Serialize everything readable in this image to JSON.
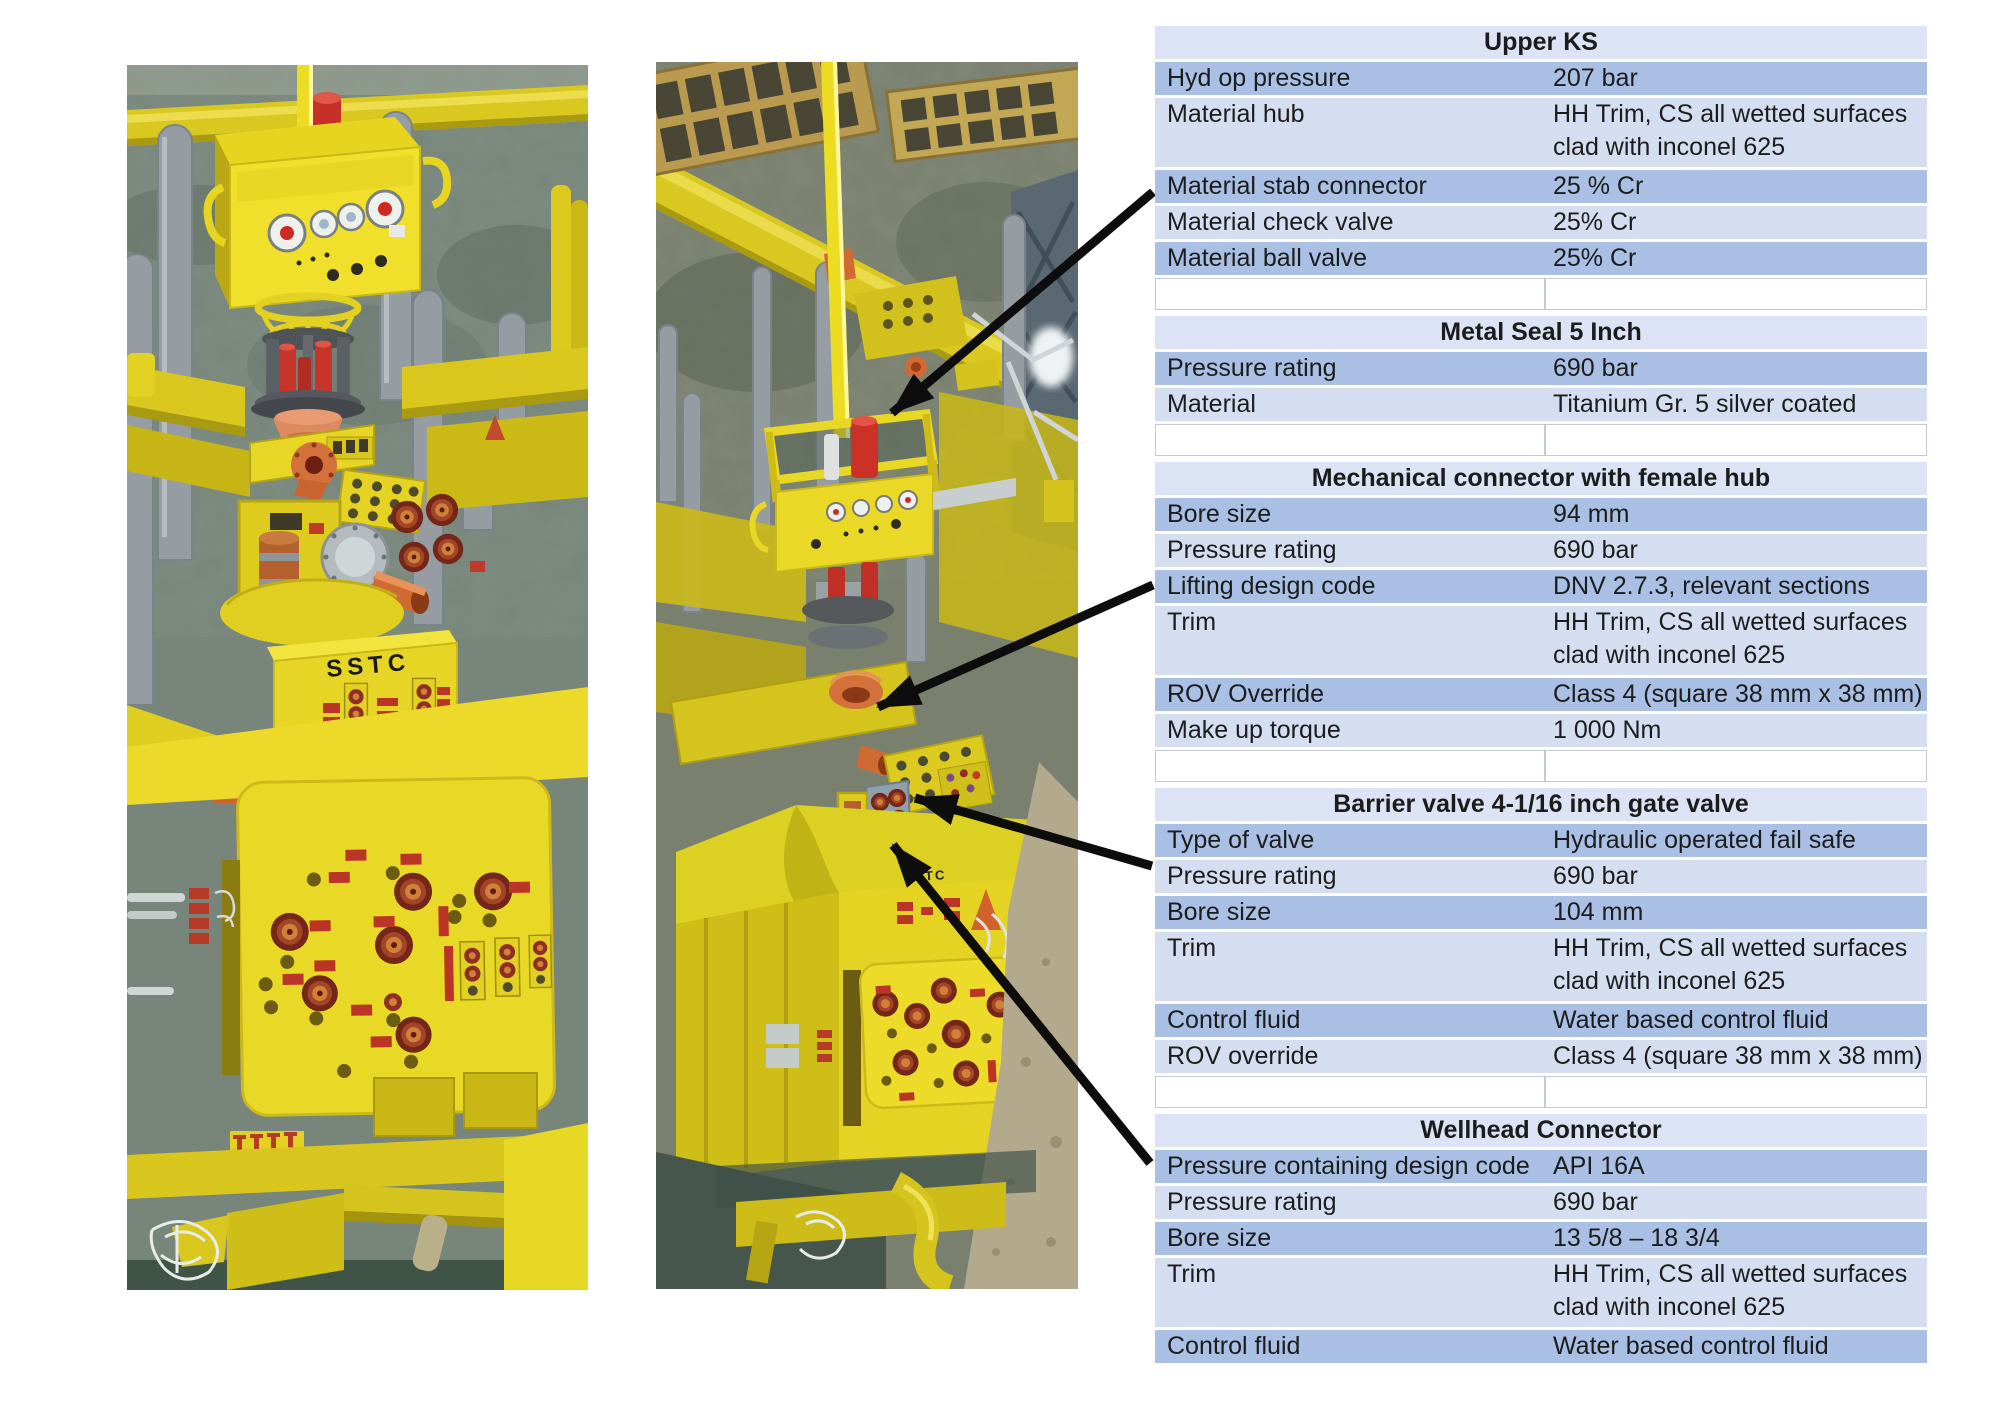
{
  "page": {
    "background": "#ffffff",
    "kind": "equipment specification figure"
  },
  "photos": {
    "left": {
      "description": "Subsea tree render, close view: control panel with gauges on riser stack, SSTC module, large yellow ROV panel with circular ports",
      "equipment_marking": "SSTC"
    },
    "middle": {
      "description": "Subsea tree render, wide view on seabed with mudmat, lifting tool frame on rod, barrier valve module and wellhead connector box",
      "equipment_marking": "SSTC"
    }
  },
  "colors": {
    "band_dark": "#a9c0e4",
    "band_light": "#d5def0",
    "header_fill": "#dbe3f4",
    "arrow": "#0d0d0d",
    "equipment_yellow": "#e8d626"
  },
  "table": {
    "columns": [
      "property",
      "value"
    ],
    "sections": [
      {
        "title": "Upper KS",
        "trailing_blank_row": true,
        "rows": [
          {
            "label": "Hyd op pressure",
            "value": "207 bar"
          },
          {
            "label": "Material hub",
            "value": "HH Trim, CS all wetted surfaces\nclad with inconel 625"
          },
          {
            "label": "Material stab connector",
            "value": "25 % Cr"
          },
          {
            "label": "Material check valve",
            "value": "25% Cr"
          },
          {
            "label": "Material ball valve",
            "value": "25% Cr"
          }
        ]
      },
      {
        "title": "Metal Seal 5 Inch",
        "trailing_blank_row": true,
        "rows": [
          {
            "label": "Pressure rating",
            "value": "690 bar"
          },
          {
            "label": "Material",
            "value": "Titanium Gr. 5 silver coated"
          }
        ]
      },
      {
        "title": "Mechanical connector with female hub",
        "trailing_blank_row": true,
        "rows": [
          {
            "label": "Bore size",
            "value": "94 mm"
          },
          {
            "label": "Pressure rating",
            "value": "690 bar"
          },
          {
            "label": "Lifting design code",
            "value": "DNV 2.7.3, relevant sections"
          },
          {
            "label": "Trim",
            "value": "HH Trim, CS all wetted surfaces\nclad with inconel 625"
          },
          {
            "label": "ROV Override",
            "value": "Class 4 (square 38 mm x 38 mm)"
          },
          {
            "label": "Make up torque",
            "value": "1 000 Nm"
          }
        ]
      },
      {
        "title": "Barrier valve 4-1/16 inch gate valve",
        "trailing_blank_row": true,
        "rows": [
          {
            "label": "Type of valve",
            "value": "Hydraulic operated fail safe"
          },
          {
            "label": "Pressure rating",
            "value": "690 bar"
          },
          {
            "label": "Bore size",
            "value": "104 mm"
          },
          {
            "label": "Trim",
            "value": "HH Trim, CS all wetted surfaces\nclad with inconel 625"
          },
          {
            "label": "Control fluid",
            "value": "Water based control fluid"
          },
          {
            "label": "ROV override",
            "value": "Class 4 (square 38 mm x 38 mm)"
          }
        ]
      },
      {
        "title": "Wellhead Connector",
        "trailing_blank_row": false,
        "rows": [
          {
            "label": "Pressure containing design code",
            "value": "API 16A"
          },
          {
            "label": "Pressure rating",
            "value": "690 bar"
          },
          {
            "label": "Bore size",
            "value": "13 5/8 – 18 3/4"
          },
          {
            "label": "Trim",
            "value": "HH Trim, CS all wetted surfaces\nclad with inconel 625"
          },
          {
            "label": "Control fluid",
            "value": "Water based control fluid"
          }
        ]
      }
    ]
  },
  "annotations": {
    "arrows": [
      {
        "from_section": "Upper KS",
        "from_row": "Material stab connector",
        "points_to": "lifting tool frame on top of tree (middle photo)"
      },
      {
        "from_section": "Mechanical connector with female hub",
        "from_row": "Lifting design code",
        "points_to": "orange funnel / connector platform (middle photo)"
      },
      {
        "from_section": "Barrier valve 4-1/16 inch gate valve",
        "from_row": "Pressure rating",
        "points_to": "valve manifold block (middle photo)"
      },
      {
        "from_section": "Wellhead Connector",
        "from_row": "Pressure containing design code",
        "points_to": "wellhead connector module (middle photo)"
      }
    ]
  }
}
